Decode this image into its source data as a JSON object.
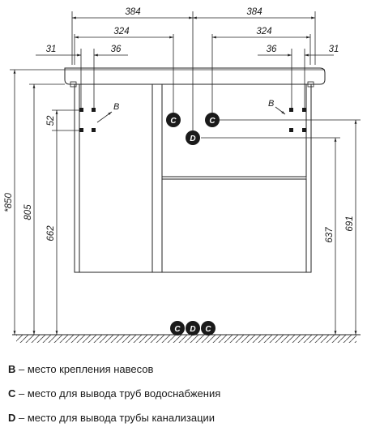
{
  "dimensions": {
    "top_left_width": "384",
    "top_right_width": "384",
    "left_inner_width": "324",
    "right_inner_width": "324",
    "left_offset_31": "31",
    "left_offset_36": "36",
    "right_offset_36": "36",
    "right_offset_31": "31",
    "height_850": "*850",
    "height_805": "805",
    "height_662": "662",
    "height_52": "52",
    "height_637": "637",
    "height_691": "691"
  },
  "marks": {
    "b_left": "B",
    "b_right": "B",
    "c_left": "C",
    "c_right": "C",
    "d_center": "D",
    "floor_c1": "C",
    "floor_d": "D",
    "floor_c2": "C"
  },
  "legend": [
    {
      "key": "B",
      "text": " – место крепления навесов"
    },
    {
      "key": "C",
      "text": " – место для вывода труб водоснабжения"
    },
    {
      "key": "D",
      "text": " – место для вывода трубы канализации"
    }
  ],
  "colors": {
    "line": "#222222",
    "marker_fill": "#1a1a1a",
    "background": "#ffffff"
  }
}
